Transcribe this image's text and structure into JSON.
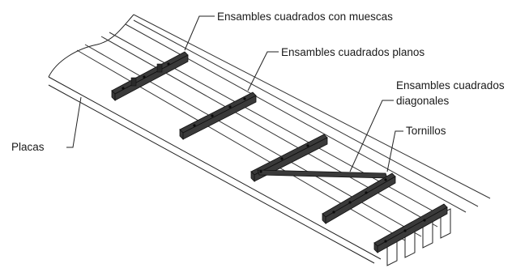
{
  "labels": {
    "notched_joints": "Ensambles cuadrados con muescas",
    "flat_joints": "Ensambles cuadrados planos",
    "diagonal_joints_line1": "Ensambles cuadrados",
    "diagonal_joints_line2": "diagonales",
    "screws": "Tornillos",
    "plates": "Placas"
  }
}
